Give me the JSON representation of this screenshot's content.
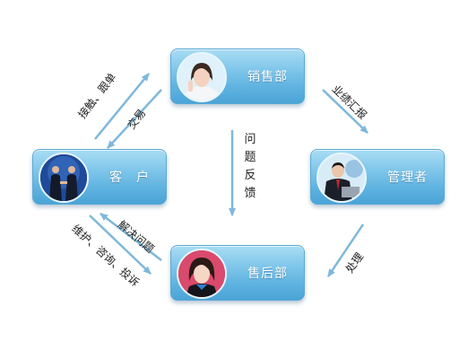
{
  "nodes": {
    "sales": {
      "label": "销售部"
    },
    "customer": {
      "label": "客　户"
    },
    "manager": {
      "label": "管理者"
    },
    "after_sales": {
      "label": "售后部"
    }
  },
  "flows": {
    "customer_to_sales": "接触、跟单",
    "sales_to_customer": "交易",
    "sales_to_manager": "业绩汇报",
    "feedback": [
      "问",
      "题",
      "反",
      "馈"
    ],
    "manager_to_after_sales": "处理",
    "after_sales_to_customer": "解决问题",
    "customer_to_after_sales": "维护、咨询、投诉"
  },
  "colors": {
    "node_gradient_top": "#a9dcf3",
    "node_gradient_bottom": "#4ba4d7",
    "arrow": "#7eb8db",
    "label_text": "#ffffff"
  }
}
